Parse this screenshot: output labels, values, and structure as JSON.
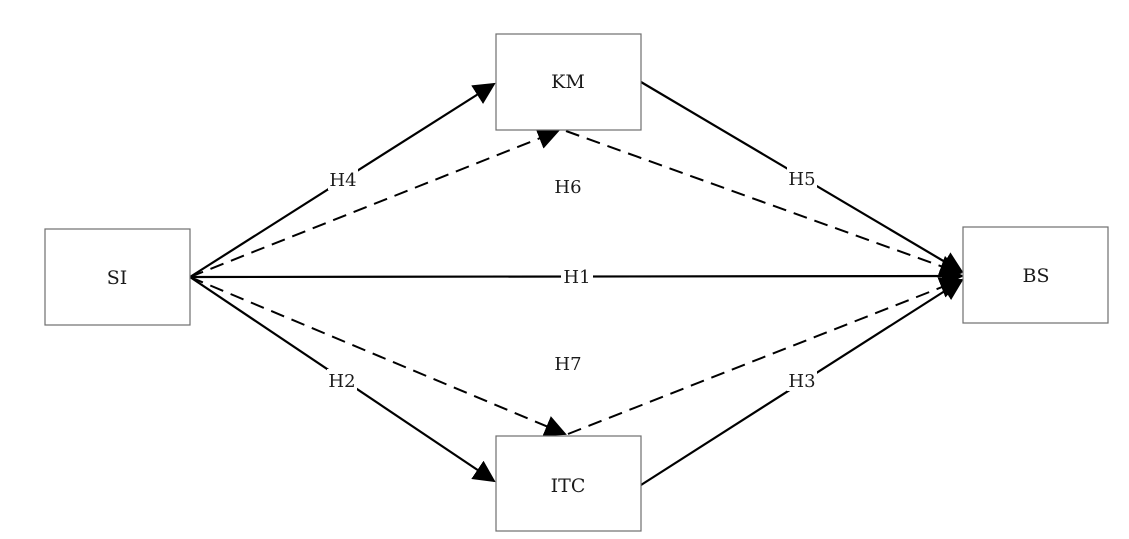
{
  "diagram": {
    "nodes": {
      "si": {
        "label": "SI"
      },
      "km": {
        "label": "KM"
      },
      "itc": {
        "label": "ITC"
      },
      "bs": {
        "label": "BS"
      }
    },
    "edges": {
      "h1": {
        "label": "H1",
        "from": "SI",
        "to": "BS",
        "style": "solid"
      },
      "h2": {
        "label": "H2",
        "from": "SI",
        "to": "ITC",
        "style": "solid"
      },
      "h3": {
        "label": "H3",
        "from": "ITC",
        "to": "BS",
        "style": "solid"
      },
      "h4": {
        "label": "H4",
        "from": "SI",
        "to": "KM",
        "style": "solid"
      },
      "h5": {
        "label": "H5",
        "from": "KM",
        "to": "BS",
        "style": "solid"
      },
      "h6": {
        "label": "H6",
        "from": "SI",
        "to": "BS",
        "via": "KM",
        "style": "dashed"
      },
      "h7": {
        "label": "H7",
        "from": "SI",
        "to": "BS",
        "via": "ITC",
        "style": "dashed"
      }
    },
    "colors": {
      "line": "#000000",
      "box_border": "#6e6e6e",
      "background": "#ffffff"
    }
  }
}
